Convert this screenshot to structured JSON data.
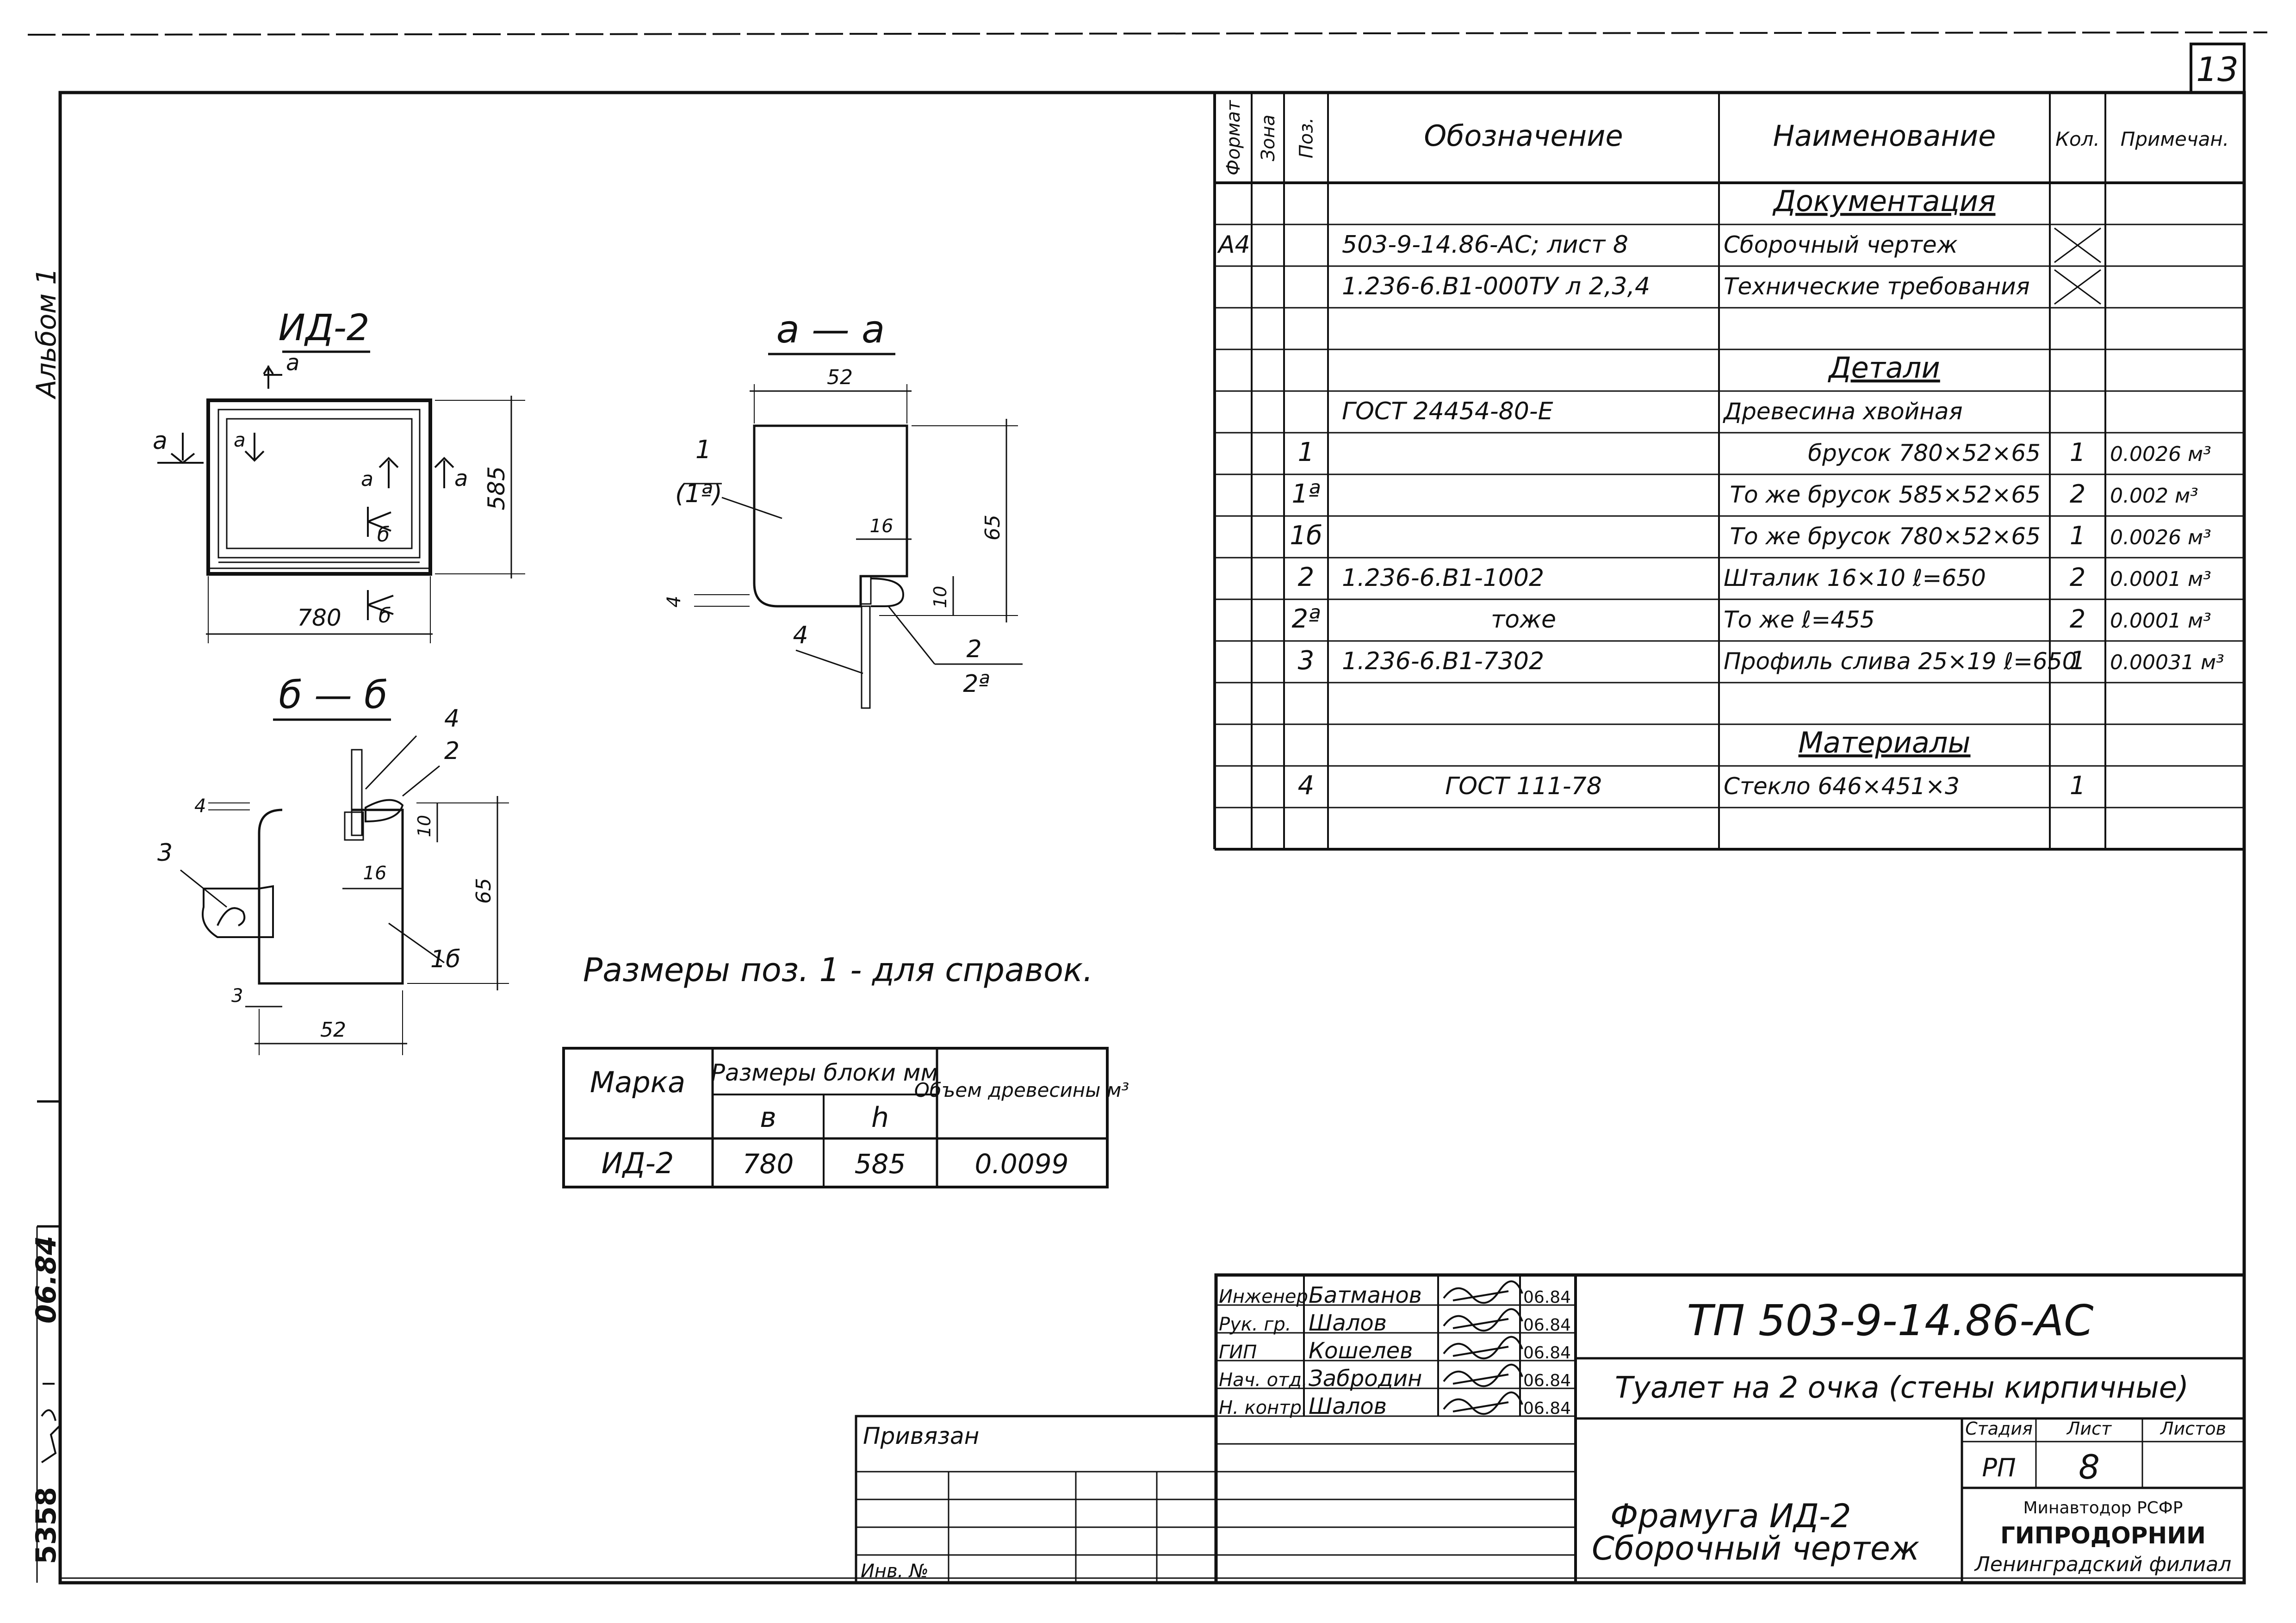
{
  "sheet_number": "13",
  "album": "Альбом 1",
  "side_stamp": {
    "code": "5358",
    "date": "06.84"
  },
  "spec": {
    "headers": {
      "format": "Формат",
      "zone": "Зона",
      "pos": "Поз.",
      "designation": "Обозначение",
      "name": "Наименование",
      "qty": "Кол.",
      "note": "Примечан."
    },
    "rows": [
      {
        "format": "",
        "pos": "",
        "designation": "",
        "name": "Документация",
        "qty": "",
        "note": "",
        "section": true
      },
      {
        "format": "А4",
        "pos": "",
        "designation": "503-9-14.86-АС; лист 8",
        "name": "Сборочный чертеж",
        "qty": "",
        "note": "",
        "cross": true
      },
      {
        "format": "",
        "pos": "",
        "designation": "1.236-6.В1-000ТУ л 2,3,4",
        "name": "Технические требования",
        "qty": "",
        "note": "",
        "cross": true
      },
      {
        "format": "",
        "pos": "",
        "designation": "",
        "name": "",
        "qty": "",
        "note": ""
      },
      {
        "format": "",
        "pos": "",
        "designation": "",
        "name": "Детали",
        "qty": "",
        "note": "",
        "section": true
      },
      {
        "format": "",
        "pos": "",
        "designation": "ГОСТ 24454-80-Е",
        "name": "Древесина хвойная",
        "qty": "",
        "note": ""
      },
      {
        "format": "",
        "pos": "1",
        "designation": "",
        "name": "брусок 780×52×65",
        "qty": "1",
        "note": "0.0026 м³",
        "right": true
      },
      {
        "format": "",
        "pos": "1ª",
        "designation": "",
        "name": "То же брусок 585×52×65",
        "qty": "2",
        "note": "0.002 м³",
        "right": true
      },
      {
        "format": "",
        "pos": "1б",
        "designation": "",
        "name": "То же брусок 780×52×65",
        "qty": "1",
        "note": "0.0026 м³",
        "right": true
      },
      {
        "format": "",
        "pos": "2",
        "designation": "1.236-6.В1-1002",
        "name": "Шталик 16×10  ℓ=650",
        "qty": "2",
        "note": "0.0001 м³"
      },
      {
        "format": "",
        "pos": "2ª",
        "designation": "тоже",
        "name": "То же          ℓ=455",
        "qty": "2",
        "note": "0.0001 м³",
        "center_desig": true
      },
      {
        "format": "",
        "pos": "3",
        "designation": "1.236-6.В1-7302",
        "name": "Профиль слива 25×19 ℓ=650",
        "qty": "1",
        "note": "0.00031 м³"
      },
      {
        "format": "",
        "pos": "",
        "designation": "",
        "name": "",
        "qty": "",
        "note": ""
      },
      {
        "format": "",
        "pos": "",
        "designation": "",
        "name": "Материалы",
        "qty": "",
        "note": "",
        "section": true
      },
      {
        "format": "",
        "pos": "4",
        "designation": "ГОСТ 111-78",
        "name": "Стекло 646×451×3",
        "qty": "1",
        "note": "",
        "center_desig": true
      },
      {
        "format": "",
        "pos": "",
        "designation": "",
        "name": "",
        "qty": "",
        "note": ""
      }
    ]
  },
  "views": {
    "main": {
      "title": "ИД-2",
      "width": "780",
      "height": "585",
      "cut_a": "а",
      "cut_b": "б"
    },
    "section_aa": {
      "title": "а — а",
      "d52": "52",
      "d65": "65",
      "d16": "16",
      "d10": "10",
      "d4": "4",
      "lbl1": "1",
      "lbl1a": "(1ª)",
      "lbl2": "2",
      "lbl2a": "2ª",
      "lbl4": "4"
    },
    "section_bb": {
      "title": "б — б",
      "d52": "52",
      "d65": "65",
      "d16": "16",
      "d10": "10",
      "d4": "4",
      "d3": "3",
      "lbl1b": "1б",
      "lbl2": "2",
      "lbl3": "3",
      "lbl4": "4"
    }
  },
  "note": "Размеры поз. 1 - для справок.",
  "block_table": {
    "h_mark": "Марка",
    "h_dims": "Размеры блоки мм",
    "h_vol": "Объем древесины м³",
    "h_b": "в",
    "h_h": "h",
    "mark": "ИД-2",
    "b": "780",
    "h": "585",
    "vol": "0.0099"
  },
  "titleblock": {
    "code": "ТП 503-9-14.86-АС",
    "object": "Туалет на 2 очка (стены кирпичные)",
    "drawing": [
      "Фрамуга ИД-2",
      "Сборочный чертеж"
    ],
    "stage_h": "Стадия",
    "sheet_h": "Лист",
    "sheets_h": "Листов",
    "stage": "РП",
    "sheet": "8",
    "sheets": "",
    "org": [
      "Минавтодор РСФР",
      "ГИПРОДОРНИИ",
      "Ленинградский филиал"
    ],
    "privyazan": "Привязан",
    "inv": "Инв. №",
    "people": [
      {
        "role": "Инженер",
        "name": "Батманов",
        "date": "06.84"
      },
      {
        "role": "Рук. гр.",
        "name": "Шалов",
        "date": "06.84"
      },
      {
        "role": "ГИП",
        "name": "Кошелев",
        "date": "06.84"
      },
      {
        "role": "Нач. отд.",
        "name": "Забродин",
        "date": "06.84"
      },
      {
        "role": "Н. контр.",
        "name": "Шалов",
        "date": "06.84"
      }
    ]
  }
}
